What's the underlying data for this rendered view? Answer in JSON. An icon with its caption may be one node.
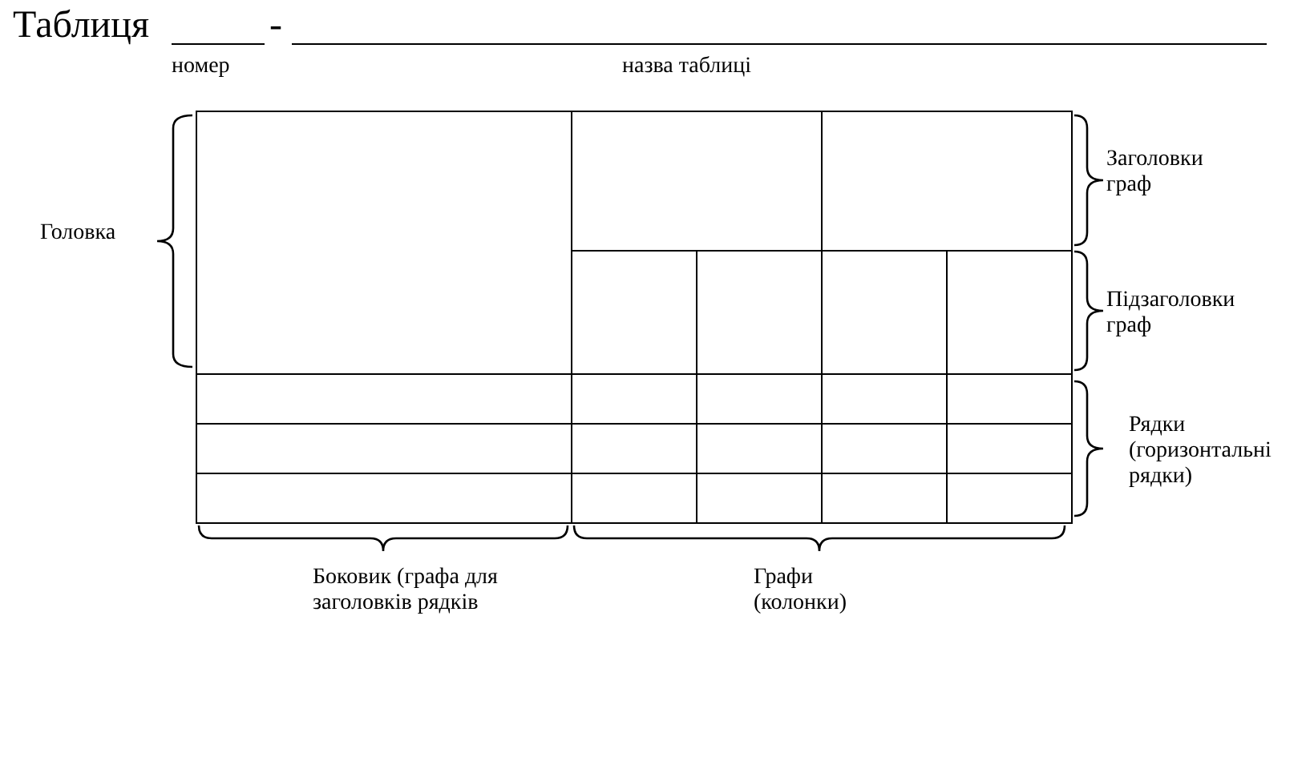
{
  "diagram": {
    "title": "Таблиця",
    "labels": [
      "-",
      "номер",
      "назва таблиці",
      "Заголовки граф",
      "Головка",
      "Підзаголовки граф",
      "Рядки (горизонтальні рядки)",
      "Боковик (графа для заголовків рядків",
      "Графи (колонки)"
    ]
  }
}
